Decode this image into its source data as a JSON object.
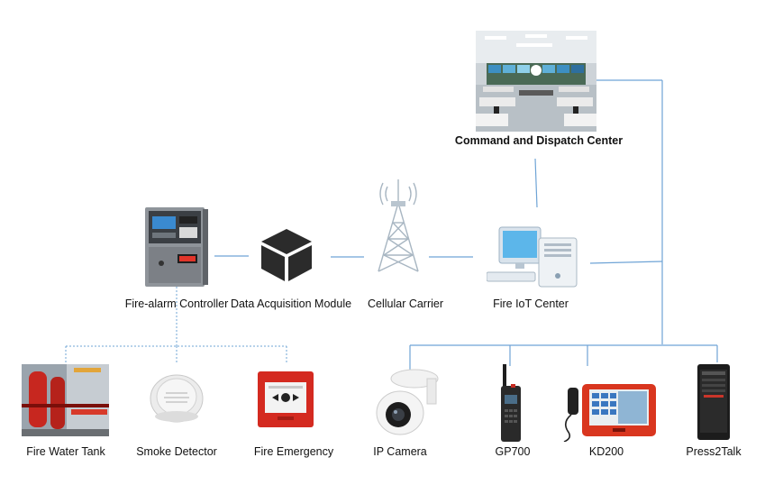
{
  "labels": {
    "command": "Command and Dispatch Center",
    "controller": "Fire-alarm Controller",
    "dam": "Data Acquisition Module",
    "cellular": "Cellular Carrier",
    "iot": "Fire IoT Center",
    "tank": "Fire Water Tank",
    "smoke": "Smoke Detector",
    "emergency": "Fire Emergency",
    "camera": "IP Camera",
    "gp700": "GP700",
    "kd200": "KD200",
    "p2t": "Press2Talk"
  },
  "colors": {
    "link_solid": "#6fa4d6",
    "link_dashed": "#6fa4d6",
    "accent_red": "#d42a20"
  }
}
